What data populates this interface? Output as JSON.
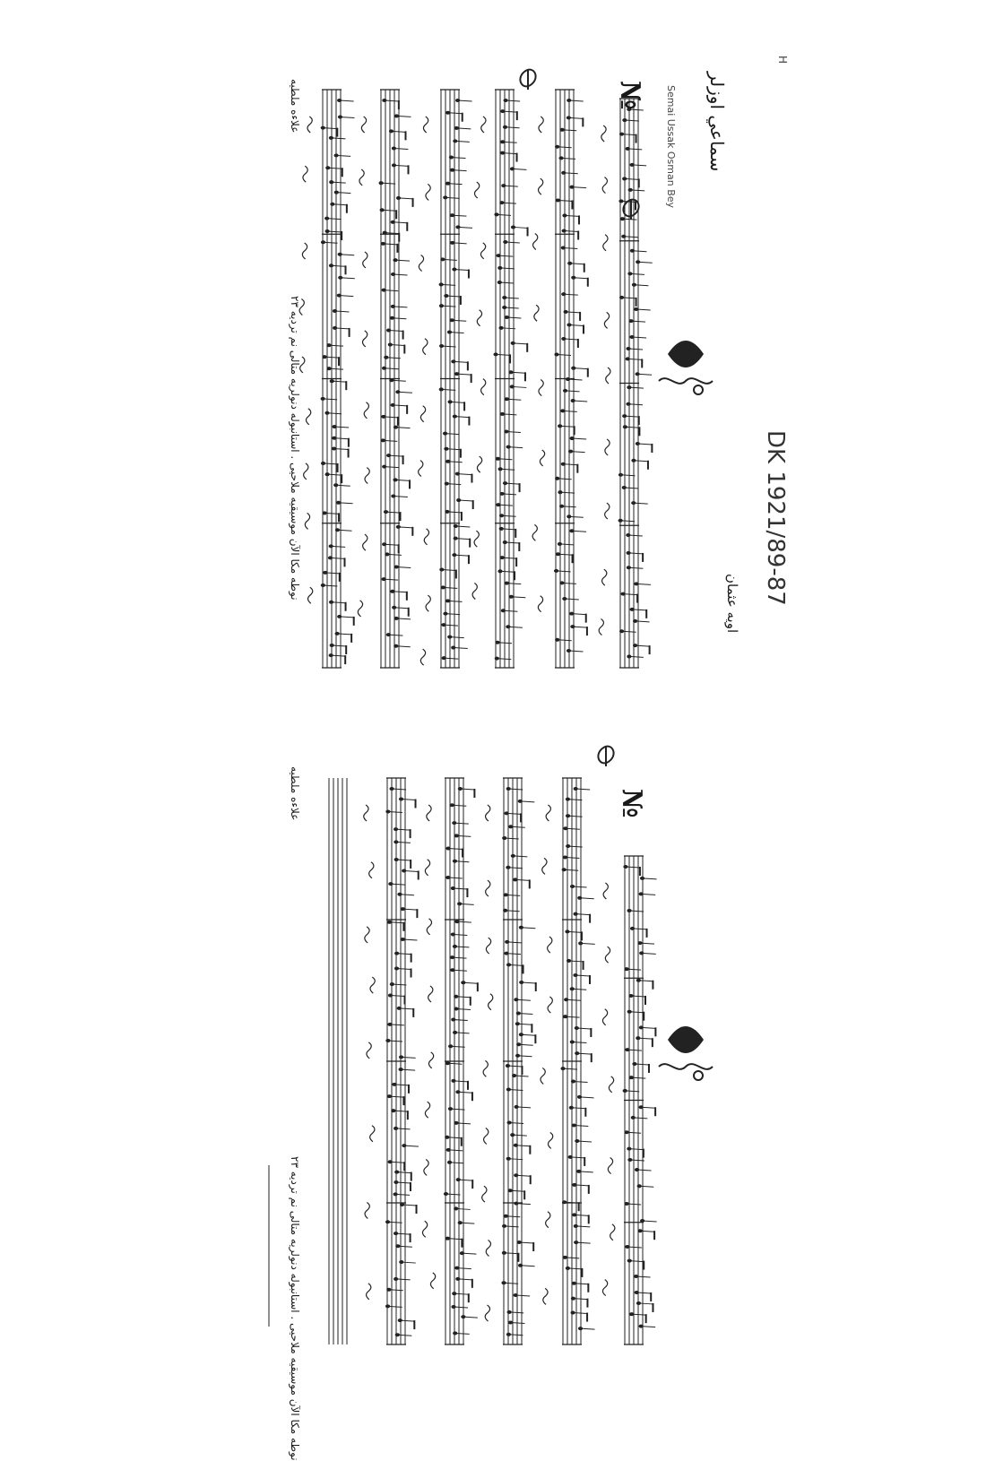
{
  "archive_code": "DK 1921/89-87",
  "page_marker": "H",
  "pages": [
    {
      "title": "سماعي اوزلر",
      "composer_header": "اويه عثمان",
      "pencil_note": "Semai Ussak Osman Bey",
      "number_label": "№",
      "footer_publisher": "نوطه مكا الآن موسيقيه ملاحيى . استانبوله دنولريه متالى نم ترديه ٢٣",
      "footer_library": "علاءه ملطيه"
    },
    {
      "title": "",
      "number_label": "№",
      "footer_publisher": "نوطه مكا الآن موسيقيه ملاحيى . استانبوله دنولريه متالى نم ترديه ٢٣",
      "footer_library": "علاءه ملطيه"
    }
  ],
  "colors": {
    "ink": "#1a1a1a",
    "staff": "#222222",
    "paper": "#ffffff"
  }
}
